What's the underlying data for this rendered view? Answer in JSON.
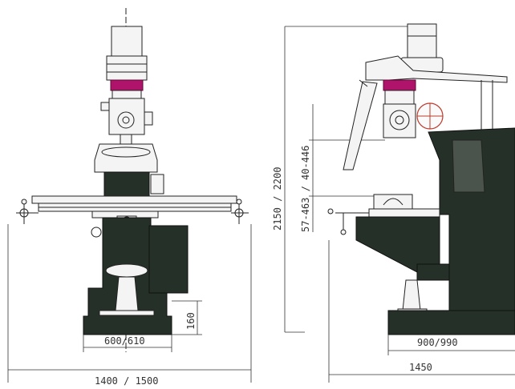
{
  "dimensions": {
    "total_height": "2150 / 2200",
    "table_height_range": "57-463 / 40-446",
    "base_height": "160",
    "front_base_width": "600/610",
    "front_total_width": "1400 / 1500",
    "side_base_width": "900/990",
    "side_total_width": "1450"
  },
  "colors": {
    "machine_body": "#253028",
    "motor_band": "#b0146a",
    "line": "#222222",
    "handwheel_accent": "#c0392b"
  },
  "views": [
    "front-view",
    "side-view"
  ]
}
